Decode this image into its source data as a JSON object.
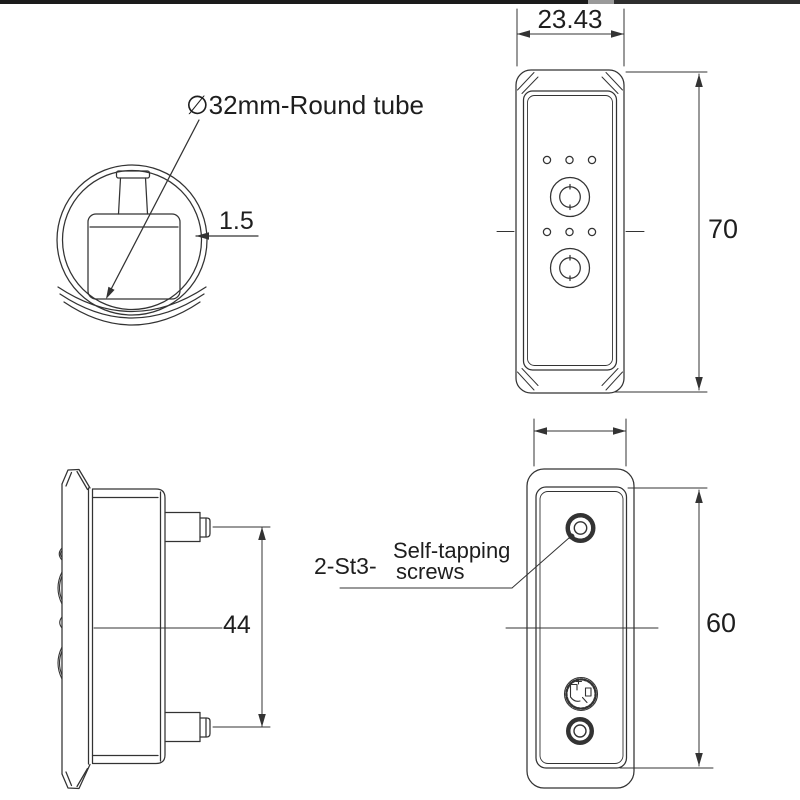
{
  "labels": {
    "tube_diameter": "∅32mm-Round tube",
    "wall_thickness": "1.5",
    "front_width": "23.43",
    "front_height": "70",
    "mount_spacing": "44",
    "back_height": "60",
    "screw_qty": "2-St3-",
    "screw_line1": "Self-tapping",
    "screw_line2": "screws"
  },
  "colors": {
    "line": "#333333",
    "text": "#1e1e1e",
    "background": "#ffffff",
    "top_bar": "#1b1b1b"
  },
  "views": {
    "detail_view": "round tube cross-section",
    "front_view": "remote front face with buttons",
    "side_view": "side profile with mounting pegs",
    "back_view": "back face with self-tapping screws"
  }
}
